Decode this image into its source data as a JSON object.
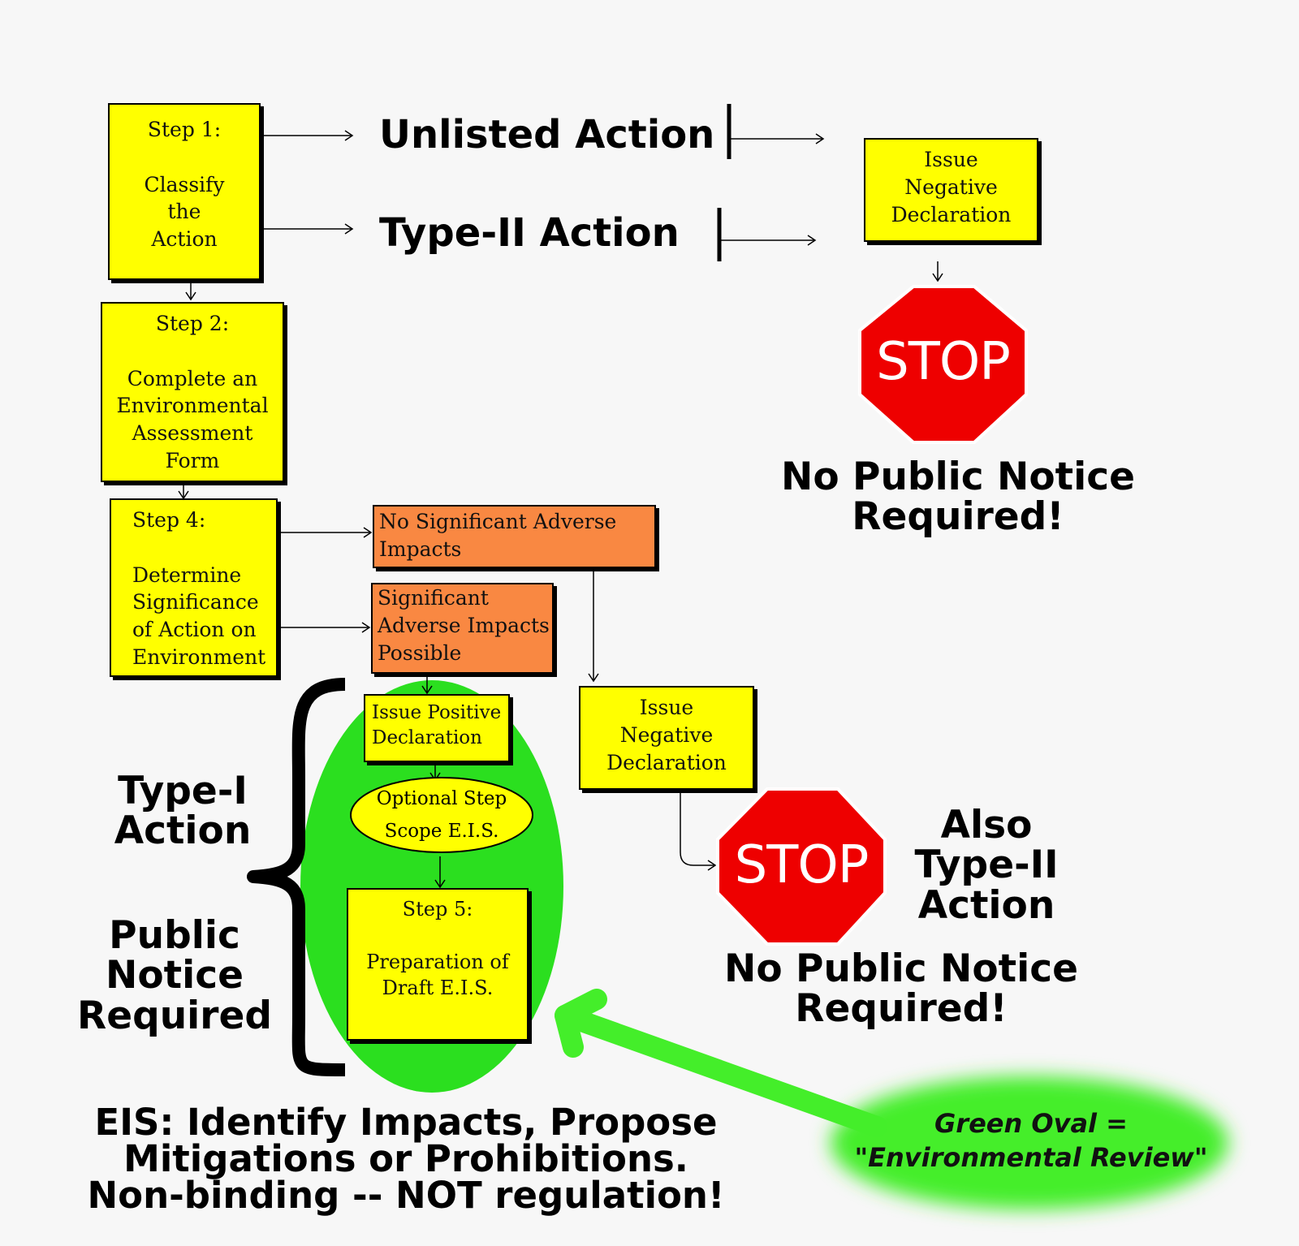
{
  "colors": {
    "box_yellow": "#ffff00",
    "box_orange": "#f98842",
    "oval_green": "#2bdf1f",
    "stop_red": "#ee0000",
    "legend_green": "#44ee2a"
  },
  "step1": {
    "text": "Step 1:\n\nClassify\nthe\nAction"
  },
  "unlisted_action": "Unlisted Action",
  "type2_action": "Type-II Action",
  "top_negative_declaration": "Issue\nNegative\nDeclaration",
  "top_stop_sign": {
    "icon": "stop-sign-icon",
    "label": "STOP"
  },
  "top_no_notice": "No Public Notice\nRequired!",
  "step2": {
    "text": "Step 2:\n\nComplete an\nEnvironmental\nAssessment\nForm"
  },
  "step4": {
    "text": "Step 4:\n\nDetermine\nSignificance\nof Action on\nEnvironment"
  },
  "no_significant_impacts": "No Significant Adverse\nImpacts",
  "significant_impacts": "Significant\nAdverse Impacts\nPossible",
  "positive_declaration": "Issue Positive\nDeclaration",
  "optional_step": "Optional Step\nScope E.I.S.",
  "step5": {
    "text": "Step 5:\n\nPreparation of\nDraft E.I.S."
  },
  "bottom_negative_declaration": "Issue\nNegative\nDeclaration",
  "bottom_stop_sign": {
    "icon": "stop-sign-icon",
    "label": "STOP"
  },
  "also_type2": "Also\nType-II\nAction",
  "bottom_no_notice": "No Public Notice\nRequired!",
  "type1_action": "Type-I\nAction",
  "public_notice_required": "Public\nNotice\nRequired",
  "eis_note": "EIS: Identify Impacts, Propose\nMitigations or Prohibitions.\nNon-binding -- NOT regulation!",
  "legend": "Green Oval =\n\"Environmental Review\""
}
